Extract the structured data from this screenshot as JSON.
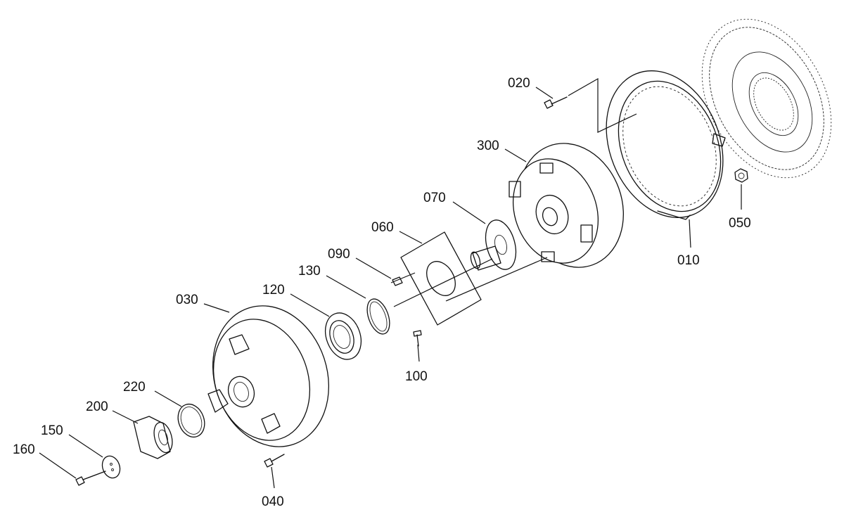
{
  "callouts": [
    {
      "id": "020",
      "text": "020"
    },
    {
      "id": "300",
      "text": "300"
    },
    {
      "id": "070",
      "text": "070"
    },
    {
      "id": "060",
      "text": "060"
    },
    {
      "id": "090",
      "text": "090"
    },
    {
      "id": "130",
      "text": "130"
    },
    {
      "id": "120",
      "text": "120"
    },
    {
      "id": "030",
      "text": "030"
    },
    {
      "id": "220",
      "text": "220"
    },
    {
      "id": "200",
      "text": "200"
    },
    {
      "id": "150",
      "text": "150"
    },
    {
      "id": "160",
      "text": "160"
    },
    {
      "id": "040",
      "text": "040"
    },
    {
      "id": "100",
      "text": "100"
    },
    {
      "id": "010",
      "text": "010"
    },
    {
      "id": "050",
      "text": "050"
    }
  ]
}
